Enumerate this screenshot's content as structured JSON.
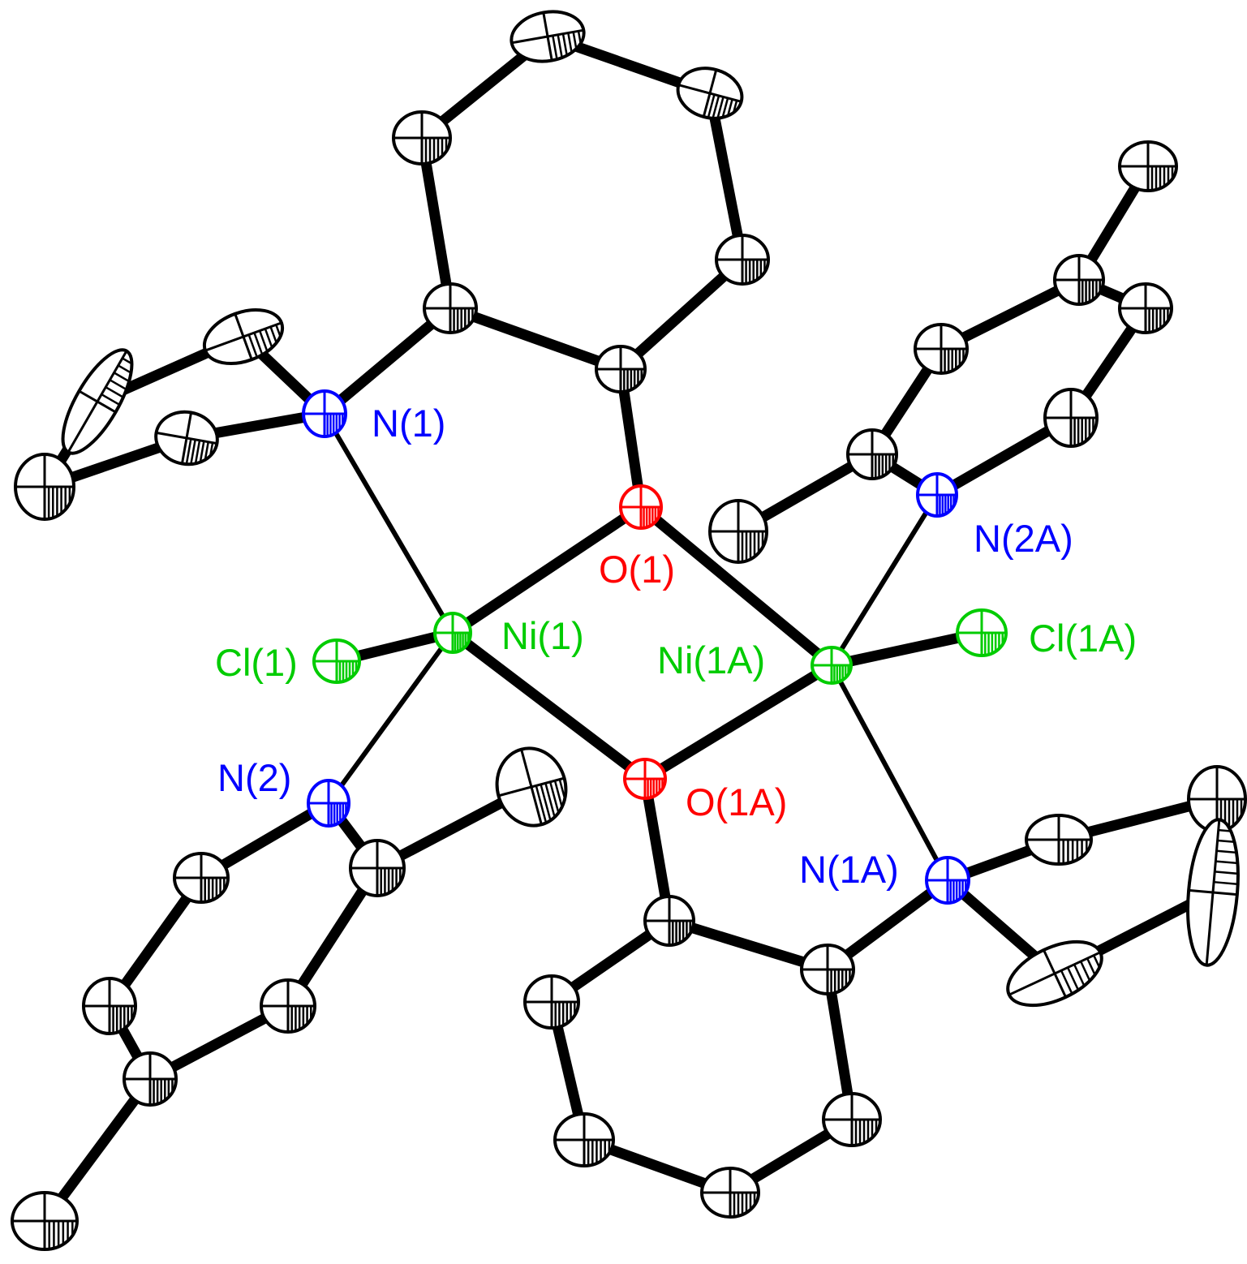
{
  "figure": {
    "colors": {
      "bond": "#000000",
      "carbon_fill": "#ffffff",
      "carbon_stroke": "#000000",
      "N": "#0000ff",
      "O": "#ff0000",
      "Ni": "#00cc00",
      "Cl": "#00cc00"
    },
    "atom_labels": [
      {
        "id": "N1",
        "text": "N(1)",
        "element": "N"
      },
      {
        "id": "O1",
        "text": "O(1)",
        "element": "O"
      },
      {
        "id": "N2A",
        "text": "N(2A)",
        "element": "N"
      },
      {
        "id": "Cl1",
        "text": "Cl(1)",
        "element": "Cl"
      },
      {
        "id": "Ni1",
        "text": "Ni(1)",
        "element": "Ni"
      },
      {
        "id": "Ni1A",
        "text": "Ni(1A)",
        "element": "Ni"
      },
      {
        "id": "Cl1A",
        "text": "Cl(1A)",
        "element": "Cl"
      },
      {
        "id": "N2",
        "text": "N(2)",
        "element": "N"
      },
      {
        "id": "O1A",
        "text": "O(1A)",
        "element": "O"
      },
      {
        "id": "N1A",
        "text": "N(1A)",
        "element": "N"
      }
    ]
  }
}
